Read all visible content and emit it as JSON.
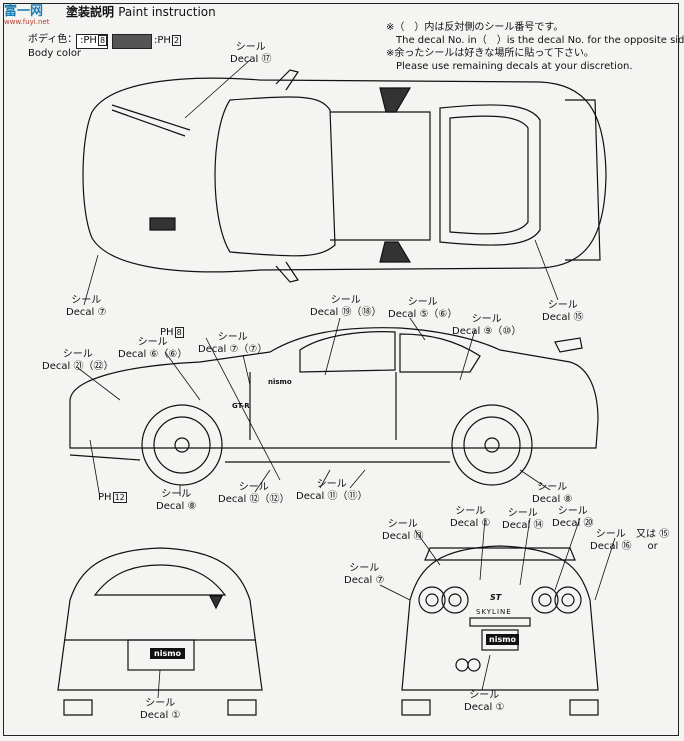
{
  "header": {
    "title_jp": "塗装説明",
    "title_en": "Paint instruction",
    "watermark": "富一网",
    "watermark_url": "www.fuyi.net",
    "body_color_jp": "ボディ色：",
    "body_color_en": "Body color",
    "color1_code": "PH",
    "color1_num": "8",
    "color2_code": "PH",
    "color2_num": "2",
    "colon": ":"
  },
  "notes": {
    "line1_jp": "※（　）内は反対側のシール番号です。",
    "line2_en": "The decal No. in（　）is the decal No. for the opposite side.",
    "line3_jp": "※余ったシールは好きな場所に貼って下さい。",
    "line4_en": "Please use remaining decals at your discretion."
  },
  "callouts": [
    {
      "jp": "シール",
      "en": "Decal",
      "num": "⑰"
    },
    {
      "jp": "シール",
      "en": "Decal",
      "num": "⑦"
    },
    {
      "jp": "シール",
      "en": "Decal",
      "num": "⑮"
    },
    {
      "jp": "シール",
      "en": "Decal",
      "num": "⑲（⑱）"
    },
    {
      "jp": "シール",
      "en": "Decal",
      "num": "⑤（⑥）"
    },
    {
      "jp": "シール",
      "en": "Decal",
      "num": "⑨（⑩）"
    },
    {
      "jp": "シール",
      "en": "Decal",
      "num": "⑦（⑦）"
    },
    {
      "jp": "シール",
      "en": "Decal",
      "num": "⑥（⑥）"
    },
    {
      "jp": "シール",
      "en": "Decal",
      "num": "㉑（㉒）"
    },
    {
      "jp": "シール",
      "en": "Decal",
      "num": "⑧"
    },
    {
      "jp": "シール",
      "en": "Decal",
      "num": "⑫（⑫）"
    },
    {
      "jp": "シール",
      "en": "Decal",
      "num": "⑪（⑪）"
    },
    {
      "jp": "シール",
      "en": "Decal",
      "num": "⑧"
    },
    {
      "jp": "シール",
      "en": "Decal",
      "num": "⑦"
    },
    {
      "jp": "シール",
      "en": "Decal",
      "num": "⑬"
    },
    {
      "jp": "シール",
      "en": "Decal",
      "num": "①"
    },
    {
      "jp": "シール",
      "en": "Decal",
      "num": "⑭"
    },
    {
      "jp": "シール",
      "en": "Decal",
      "num": "⑳"
    },
    {
      "jp": "シール",
      "en": "Decal",
      "num": "⑯"
    },
    {
      "jp": "シール",
      "en": "Decal",
      "num": "①"
    },
    {
      "jp": "シール",
      "en": "Decal",
      "num": "①"
    }
  ],
  "or_note": {
    "jp": "又は",
    "en": "or",
    "num": "⑮"
  },
  "paint_refs": [
    {
      "code": "PH",
      "num": "8"
    },
    {
      "code": "PH",
      "num": "12"
    }
  ],
  "markings": {
    "nismo": "nismo",
    "plate": "nismo",
    "gtr": "GT-R",
    "skyline": "SKYLINE",
    "st": "ST"
  }
}
